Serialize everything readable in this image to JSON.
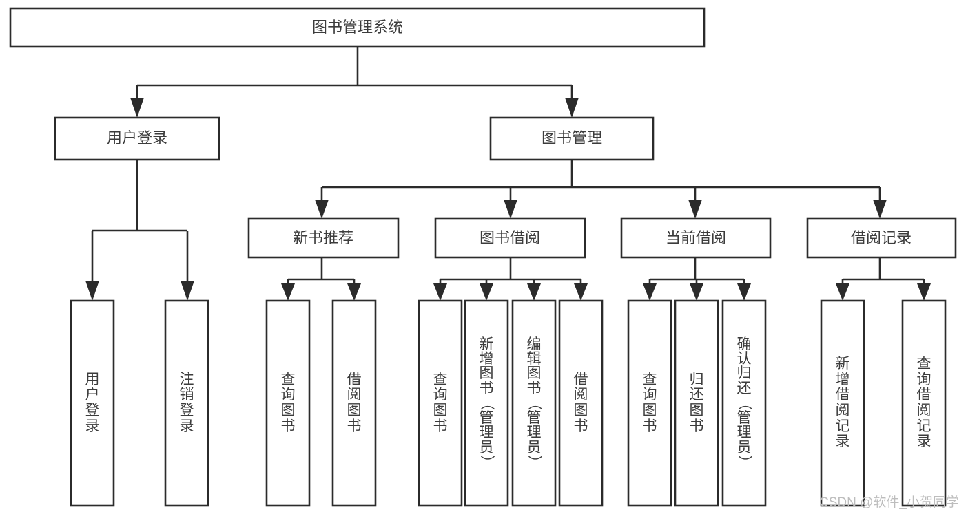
{
  "diagram": {
    "title": "图书管理系统",
    "type": "功能结构图",
    "root": {
      "id": "root",
      "label": "图书管理系统"
    },
    "level2": [
      {
        "id": "user-login",
        "label": "用户登录"
      },
      {
        "id": "book-manage",
        "label": "图书管理"
      }
    ],
    "level3": [
      {
        "id": "new-book-rec",
        "label": "新书推荐",
        "parent": "book-manage"
      },
      {
        "id": "book-borrow",
        "label": "图书借阅",
        "parent": "book-manage"
      },
      {
        "id": "current-borrow",
        "label": "当前借阅",
        "parent": "book-manage"
      },
      {
        "id": "borrow-record",
        "label": "借阅记录",
        "parent": "book-manage"
      }
    ],
    "leaves": [
      {
        "id": "leaf-user-login",
        "label": "用户登录",
        "parent": "user-login"
      },
      {
        "id": "leaf-logout",
        "label": "注销登录",
        "parent": "user-login"
      },
      {
        "id": "leaf-query-book-1",
        "label": "查询图书",
        "parent": "new-book-rec"
      },
      {
        "id": "leaf-borrow-book-1",
        "label": "借阅图书",
        "parent": "new-book-rec"
      },
      {
        "id": "leaf-query-book-2",
        "label": "查询图书",
        "parent": "book-borrow"
      },
      {
        "id": "leaf-add-book",
        "label": "新增图书（管理员）",
        "parent": "book-borrow"
      },
      {
        "id": "leaf-edit-book",
        "label": "编辑图书（管理员）",
        "parent": "book-borrow"
      },
      {
        "id": "leaf-borrow-book-2",
        "label": "借阅图书",
        "parent": "book-borrow"
      },
      {
        "id": "leaf-query-book-3",
        "label": "查询图书",
        "parent": "current-borrow"
      },
      {
        "id": "leaf-return-book",
        "label": "归还图书",
        "parent": "current-borrow"
      },
      {
        "id": "leaf-confirm-return",
        "label": "确认归还（管理员）",
        "parent": "current-borrow"
      },
      {
        "id": "leaf-add-record",
        "label": "新增借阅记录",
        "parent": "borrow-record"
      },
      {
        "id": "leaf-query-record",
        "label": "查询借阅记录",
        "parent": "borrow-record"
      }
    ],
    "colors": {
      "stroke": "#2b2b2b",
      "fill": "#ffffff",
      "text": "#3c3c3c",
      "watermark": "#bdbdbd",
      "background": "#ffffff"
    }
  },
  "watermark": {
    "text": "CSDN @软件_小贺同学"
  }
}
